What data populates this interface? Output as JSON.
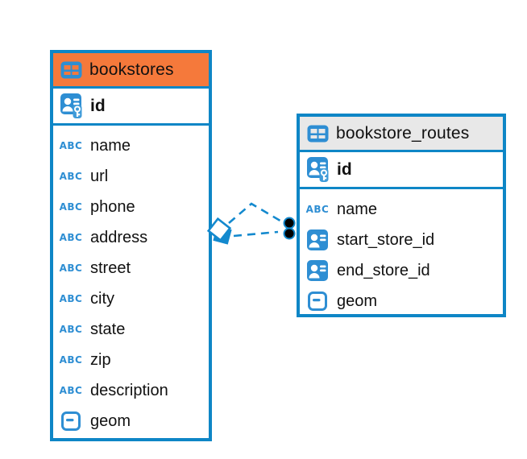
{
  "diagram": {
    "icons": {
      "abc_label": "ABC"
    },
    "tables": [
      {
        "name": "bookstores",
        "header_color": "#f5793b",
        "header_icon": "table-icon",
        "primary_key": {
          "label": "id",
          "icon": "id-key-icon"
        },
        "columns": [
          {
            "label": "name",
            "type_icon": "abc-icon"
          },
          {
            "label": "url",
            "type_icon": "abc-icon"
          },
          {
            "label": "phone",
            "type_icon": "abc-icon"
          },
          {
            "label": "address",
            "type_icon": "abc-icon"
          },
          {
            "label": "street",
            "type_icon": "abc-icon"
          },
          {
            "label": "city",
            "type_icon": "abc-icon"
          },
          {
            "label": "state",
            "type_icon": "abc-icon"
          },
          {
            "label": "zip",
            "type_icon": "abc-icon"
          },
          {
            "label": "description",
            "type_icon": "abc-icon"
          },
          {
            "label": "geom",
            "type_icon": "geometry-icon"
          }
        ]
      },
      {
        "name": "bookstore_routes",
        "header_color": "#e8e8e8",
        "header_icon": "table-icon",
        "primary_key": {
          "label": "id",
          "icon": "id-key-icon"
        },
        "columns": [
          {
            "label": "name",
            "type_icon": "abc-icon"
          },
          {
            "label": "start_store_id",
            "type_icon": "id-card-icon"
          },
          {
            "label": "end_store_id",
            "type_icon": "id-card-icon"
          },
          {
            "label": "geom",
            "type_icon": "geometry-icon"
          }
        ]
      }
    ],
    "relationship": {
      "from_table": "bookstores",
      "to_table": "bookstore_routes",
      "line_style": "dashed",
      "line_count": 2,
      "color": "#1389ce"
    },
    "colors": {
      "table_border": "#0e86c6",
      "icon_blue": "#2e8ed3",
      "orange_header": "#f5793b",
      "gray_header": "#e8e8e8",
      "text": "#111111"
    }
  }
}
